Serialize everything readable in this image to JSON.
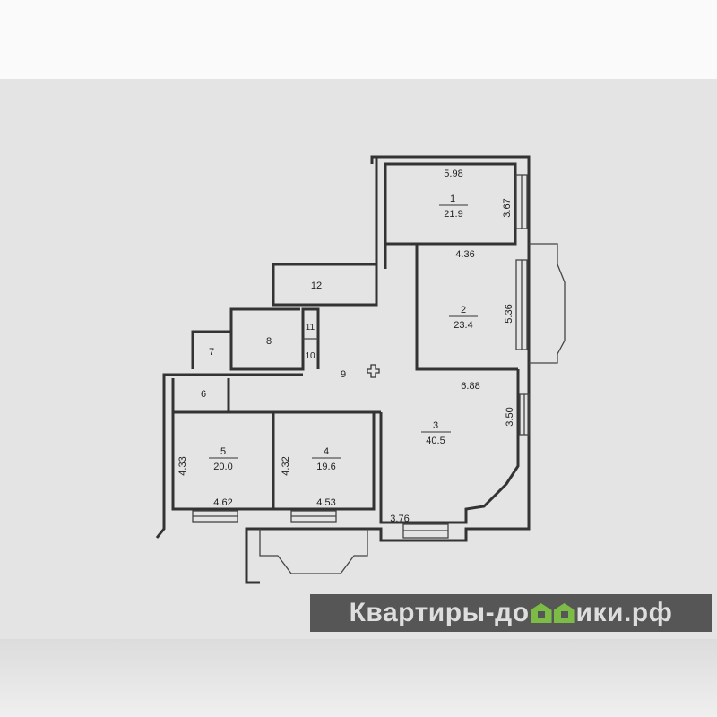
{
  "rooms": [
    {
      "num": "1",
      "area": "21.9"
    },
    {
      "num": "2",
      "area": "23.4"
    },
    {
      "num": "3",
      "area": "40.5"
    },
    {
      "num": "4",
      "area": "19.6"
    },
    {
      "num": "5",
      "area": "20.0"
    }
  ],
  "small_rooms": {
    "r6": "6",
    "r7": "7",
    "r8": "8",
    "r9": "9",
    "r10": "10",
    "r11": "11",
    "r12": "12"
  },
  "dimensions": {
    "r1_width": "5.98",
    "r1_height": "3.67",
    "r2_width": "4.36",
    "r2_height": "5.36",
    "r3_width": "6.88",
    "r3_height": "3.50",
    "r3_bottom": "3.76",
    "r4_width": "4.53",
    "r4_height": "4.32",
    "r5_width": "4.62",
    "r5_height": "4.33"
  },
  "watermark": {
    "before": "Квартиры-до",
    "after": "ики.рф"
  },
  "colors": {
    "paper": "#e4e4e4",
    "wall": "#333333",
    "watermark_bg": "#565656",
    "watermark_green": "#7dbb47"
  }
}
